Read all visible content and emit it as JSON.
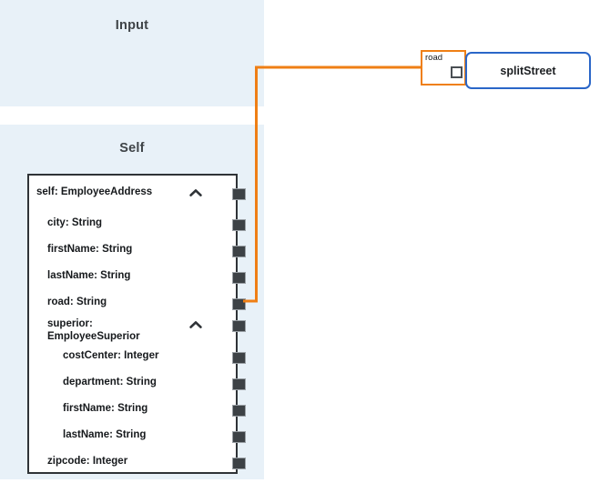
{
  "colors": {
    "panel_background": "#e8f1f8",
    "wire": "#ef7f15",
    "node_border": "#2a66c8",
    "box_border": "#2f3337",
    "port": "#3d4246",
    "title_text": "#3f4448"
  },
  "panels": [
    {
      "id": "input",
      "title": "Input"
    },
    {
      "id": "self",
      "title": "Self"
    }
  ],
  "type_tree": {
    "rows": [
      {
        "label": "self: EmployeeAddress",
        "depth": 0,
        "collapsible": true,
        "icon": "chevron-up-icon",
        "port": true
      },
      {
        "label": "city: String",
        "depth": 1,
        "collapsible": false,
        "port": true
      },
      {
        "label": "firstName: String",
        "depth": 1,
        "collapsible": false,
        "port": true
      },
      {
        "label": "lastName: String",
        "depth": 1,
        "collapsible": false,
        "port": true
      },
      {
        "label": "road: String",
        "depth": 1,
        "collapsible": false,
        "port": true
      },
      {
        "label": "superior:\nEmployeeSuperior",
        "depth": 1,
        "collapsible": true,
        "icon": "chevron-up-icon",
        "port": true
      },
      {
        "label": "costCenter: Integer",
        "depth": 2,
        "collapsible": false,
        "port": true
      },
      {
        "label": "department: String",
        "depth": 2,
        "collapsible": false,
        "port": true
      },
      {
        "label": "firstName: String",
        "depth": 2,
        "collapsible": false,
        "port": true
      },
      {
        "label": "lastName: String",
        "depth": 2,
        "collapsible": false,
        "port": true
      },
      {
        "label": "zipcode: Integer",
        "depth": 1,
        "collapsible": false,
        "port": true
      }
    ]
  },
  "nodes": {
    "split_street": {
      "label": "splitStreet"
    },
    "road_port": {
      "label": "road",
      "port_icon": "input-port-square"
    }
  },
  "connections": [
    {
      "from": "road: String",
      "to": "road",
      "color": "#ef7f15"
    }
  ]
}
